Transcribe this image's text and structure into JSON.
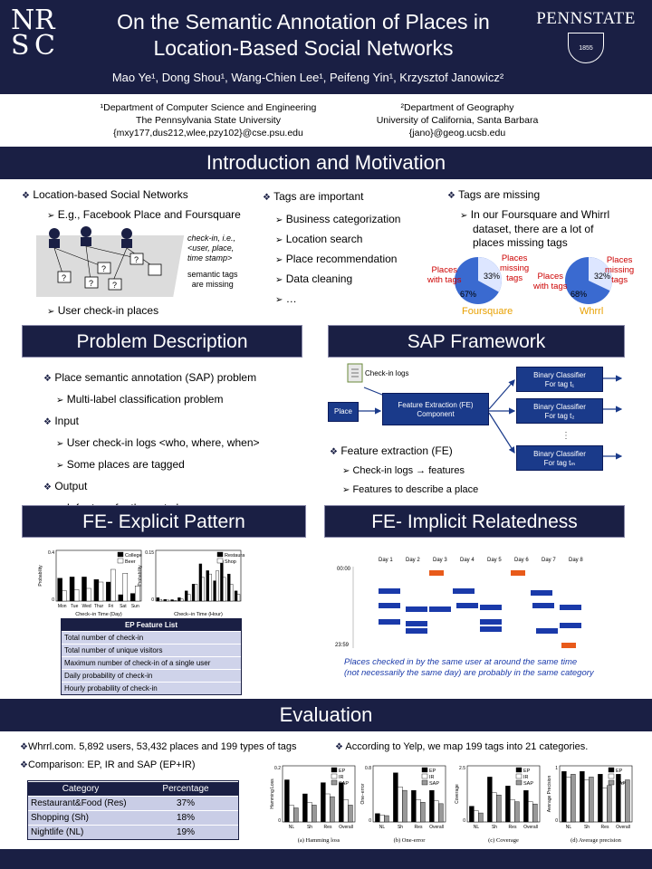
{
  "header": {
    "logo_letters": [
      "N",
      "R",
      "S",
      "C"
    ],
    "title_line1": "On the Semantic Annotation of Places in",
    "title_line2": "Location-Based Social Networks",
    "authors": "Mao Ye¹, Dong Shou¹, Wang-Chien Lee¹, Peifeng Yin¹, Krzysztof Janowicz²",
    "university_logo": "PENNSTATE",
    "university_year": "1855"
  },
  "affiliations": {
    "left": [
      "¹Department of Computer Science and Engineering",
      "The Pennsylvania State University",
      "{mxy177,dus212,wlee,pzy102}@cse.psu.edu"
    ],
    "right": [
      "²Department of Geography",
      "University of California, Santa Barbara",
      "{jano}@geog.ucsb.edu"
    ]
  },
  "intro": {
    "title": "Introduction and Motivation",
    "col1": {
      "heading": "Location-based Social Networks",
      "sub1": "E.g., Facebook Place and Foursquare",
      "annot1": [
        "check-in, i.e.,",
        "<user, place,",
        "time stamp>"
      ],
      "annot2": [
        "semantic tags",
        "are missing"
      ],
      "sub2": "User check-in places"
    },
    "col2": {
      "heading": "Tags are important",
      "items": [
        "Business categorization",
        "Location search",
        "Place recommendation",
        "Data cleaning",
        "…"
      ]
    },
    "col3": {
      "heading": "Tags are missing",
      "sub": [
        "In our Foursquare and Whirrl",
        "dataset, there are a lot of",
        "places missing tags"
      ],
      "pies": [
        {
          "name": "Foursquare",
          "with_tags_label": [
            "Places",
            "with tags"
          ],
          "missing_label": [
            "Places",
            "missing",
            "tags"
          ],
          "missing_pct": 33,
          "with_pct": 67,
          "missing_text": "33%",
          "with_text": "67%"
        },
        {
          "name": "Whrrl",
          "with_tags_label": [
            "Places",
            "with tags"
          ],
          "missing_label": [
            "Places",
            "missing",
            "tags"
          ],
          "missing_pct": 32,
          "with_pct": 68,
          "missing_text": "32%",
          "with_text": "68%"
        }
      ]
    }
  },
  "problem": {
    "title": "Problem Description",
    "h1": "Place semantic annotation (SAP) problem",
    "s1": "Multi-label classification problem",
    "h2": "Input",
    "s2": "User check-in logs <who, where, when>",
    "s3": "Some places are tagged",
    "h3": "Output",
    "s4": "Infer tags for the rest places"
  },
  "sap": {
    "title": "SAP Framework",
    "checkin_logs": "Check-in logs",
    "place": "Place",
    "fe_box": [
      "Feature Extraction (FE)",
      "Component"
    ],
    "classifiers": [
      {
        "line1": "Binary Classifier",
        "line2": "For tag t₁"
      },
      {
        "line1": "Binary Classifier",
        "line2": "For tag t₂"
      },
      {
        "line1": "Binary Classifier",
        "line2": "For tag tₘ"
      }
    ],
    "fe_heading": "Feature extraction (FE)",
    "fe_s1": "Check-in logs → features",
    "fe_s2": "Features to describe a place"
  },
  "explicit": {
    "title": "FE- Explicit Pattern",
    "table_title": "EP Feature List",
    "rows": [
      "Total number of check-in",
      "Total number of unique visitors",
      "Maximum number of check-in of a single user",
      "Daily probability of check-in",
      "Hourly probability of check-in"
    ]
  },
  "implicit": {
    "title": "FE- Implicit Relatedness",
    "days": [
      "Day 1",
      "Day 2",
      "Day 3",
      "Day 4",
      "Day 5",
      "Day 6",
      "Day 7",
      "Day 8"
    ],
    "t_start": "00:00",
    "t_end": "23:59",
    "caption": [
      "Places checked in by the same user at around the same time",
      "(not necessarily the same day) are probably in the same category"
    ]
  },
  "evaluation": {
    "title": "Evaluation",
    "b1": "Whrrl.com. 5,892 users, 53,432 places and 199 types of tags",
    "b2": "According to Yelp, we map 199 tags into 21 categories.",
    "b3": "Comparison: EP, IR and SAP (EP+IR)",
    "table": {
      "headers": [
        "Category",
        "Percentage"
      ],
      "rows": [
        [
          "Restaurant&Food (Res)",
          "37%"
        ],
        [
          "Shopping (Sh)",
          "18%"
        ],
        [
          "Nightlife (NL)",
          "19%"
        ]
      ]
    }
  },
  "chart_data": [
    {
      "type": "bar",
      "categories": [
        "Mon",
        "Tue",
        "Wed",
        "Thur",
        "Fri",
        "Sat",
        "Sun"
      ],
      "xlabel": "Check−in Time (Day)",
      "ylabel": "Probability",
      "ylim": [
        0,
        0.4
      ],
      "series": [
        {
          "name": "College",
          "values": [
            0.18,
            0.19,
            0.19,
            0.17,
            0.15,
            0.05,
            0.06
          ]
        },
        {
          "name": "Beer",
          "values": [
            0.08,
            0.09,
            0.1,
            0.15,
            0.25,
            0.22,
            0.12
          ]
        }
      ]
    },
    {
      "type": "bar",
      "x": [
        0,
        2,
        4,
        6,
        8,
        10,
        12,
        14,
        16,
        18,
        20,
        22
      ],
      "xlabel": "Check−in Time (Hour)",
      "ylabel": "Probability",
      "ylim": [
        0,
        0.15
      ],
      "series": [
        {
          "name": "Restaurant",
          "values": [
            0.01,
            0.005,
            0.004,
            0.01,
            0.03,
            0.05,
            0.11,
            0.09,
            0.06,
            0.12,
            0.08,
            0.03
          ]
        },
        {
          "name": "Shop",
          "values": [
            0.005,
            0.003,
            0.002,
            0.006,
            0.02,
            0.05,
            0.07,
            0.08,
            0.09,
            0.07,
            0.05,
            0.02
          ]
        }
      ]
    },
    {
      "type": "bar",
      "title": "(a) Hamming loss",
      "ylabel": "Hamming Loss",
      "categories": [
        "NL",
        "Sh",
        "Res",
        "Overall"
      ],
      "ylim": [
        0,
        0.2
      ],
      "series": [
        {
          "name": "EP",
          "values": [
            0.15,
            0.1,
            0.14,
            0.14
          ]
        },
        {
          "name": "IR",
          "values": [
            0.06,
            0.07,
            0.1,
            0.08
          ]
        },
        {
          "name": "SAP",
          "values": [
            0.05,
            0.06,
            0.09,
            0.06
          ]
        }
      ]
    },
    {
      "type": "bar",
      "title": "(b) One-error",
      "ylabel": "One−error",
      "categories": [
        "NL",
        "Sh",
        "Res",
        "Overall"
      ],
      "ylim": [
        0,
        0.8
      ],
      "series": [
        {
          "name": "EP",
          "values": [
            0.12,
            0.7,
            0.45,
            0.45
          ]
        },
        {
          "name": "IR",
          "values": [
            0.1,
            0.5,
            0.32,
            0.3
          ]
        },
        {
          "name": "SAP",
          "values": [
            0.09,
            0.45,
            0.28,
            0.26
          ]
        }
      ]
    },
    {
      "type": "bar",
      "title": "(c) Coverage",
      "ylabel": "Coverage",
      "categories": [
        "NL",
        "Sh",
        "Res",
        "Overall"
      ],
      "ylim": [
        0,
        2.5
      ],
      "series": [
        {
          "name": "EP",
          "values": [
            0.7,
            2.0,
            1.6,
            1.4
          ]
        },
        {
          "name": "IR",
          "values": [
            0.5,
            1.3,
            1.0,
            0.9
          ]
        },
        {
          "name": "SAP",
          "values": [
            0.4,
            1.2,
            0.9,
            0.8
          ]
        }
      ]
    },
    {
      "type": "bar",
      "title": "(d) Average precision",
      "ylabel": "Average Precision",
      "categories": [
        "NL",
        "Sh",
        "Res",
        "Overall"
      ],
      "ylim": [
        0,
        1
      ],
      "series": [
        {
          "name": "EP",
          "values": [
            0.9,
            0.9,
            0.85,
            0.85
          ]
        },
        {
          "name": "IR",
          "values": [
            0.8,
            0.75,
            0.6,
            0.7
          ]
        },
        {
          "name": "SAP",
          "values": [
            0.85,
            0.8,
            0.65,
            0.75
          ]
        }
      ]
    }
  ]
}
